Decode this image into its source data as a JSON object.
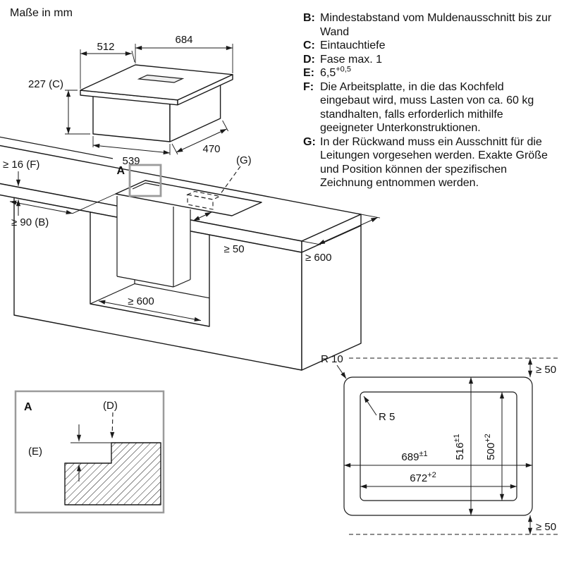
{
  "title": "Maße in mm",
  "legend": [
    {
      "key": "B:",
      "text": "Mindestabstand vom Muldenausschnitt bis zur Wand"
    },
    {
      "key": "C:",
      "text": "Eintauchtiefe"
    },
    {
      "key": "D:",
      "text": "Fase max. 1"
    },
    {
      "key": "E:",
      "text": "6,5",
      "sup": "+0,5"
    },
    {
      "key": "F:",
      "text": "Die Arbeitsplatte, in die das Kochfeld eingebaut wird, muss Lasten von ca. 60 kg standhalten, falls erforderlich mithilfe geeigneter Unterkonstruktionen."
    },
    {
      "key": "G:",
      "text": "In der Rückwand muss ein Ausschnitt für die Leitungen vorgesehen werden. Exakte Größe und Position können der spezifischen Zeichnung entnommen werden."
    }
  ],
  "hob": {
    "width": "684",
    "depth": "512",
    "height": "227 (C)",
    "base_width": "539",
    "base_depth": "470"
  },
  "counter": {
    "thickness": "≥ 16 (F)",
    "detail_marker": "A",
    "duct_ref": "(G)",
    "wall_clearance": "≥ 90 (B)",
    "front_clearance": "≥ 50",
    "worktop_depth": "≥ 600",
    "cabinet_width": "≥ 600"
  },
  "detail_a": {
    "label": "A",
    "chamfer_ref": "(D)",
    "depth_ref": "(E)"
  },
  "cutout": {
    "radius_outer": "R 10",
    "radius_inner": "R 5",
    "width_outer": {
      "base": "689",
      "sup": "±1"
    },
    "width_inner": {
      "base": "672",
      "sup": "+2"
    },
    "height_outer": {
      "base": "516",
      "sup": "±1"
    },
    "height_inner": {
      "base": "500",
      "sup": "+2"
    },
    "clearance_top": "≥ 50",
    "clearance_bottom": "≥ 50"
  },
  "colors": {
    "line": "#1a1a1a",
    "highlight_box": "#9b9b9b"
  }
}
